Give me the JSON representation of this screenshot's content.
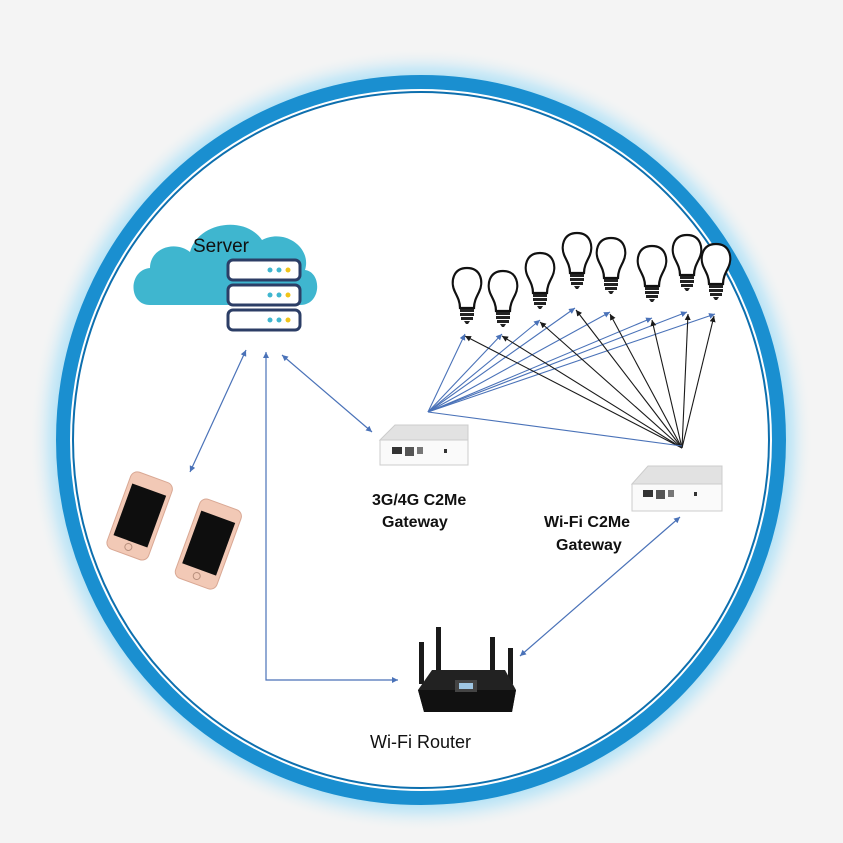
{
  "server": {
    "label": "Server"
  },
  "gateway_3g4g": {
    "label_line1": "3G/4G C2Me",
    "label_line2": "Gateway"
  },
  "gateway_wifi": {
    "label_line1": "Wi-Fi C2Me",
    "label_line2": "Gateway"
  },
  "router": {
    "label": "Wi-Fi Router"
  },
  "devices": {
    "phones": 2,
    "bulbs": 8
  },
  "colors": {
    "ring_outer": "#1a8fd0",
    "ring_glow": "#8fd3f5",
    "cloud": "#3fb6cf",
    "link_blue": "#4a72b8",
    "link_black": "#1a1a1a",
    "phone_body": "#f2c9b6"
  }
}
